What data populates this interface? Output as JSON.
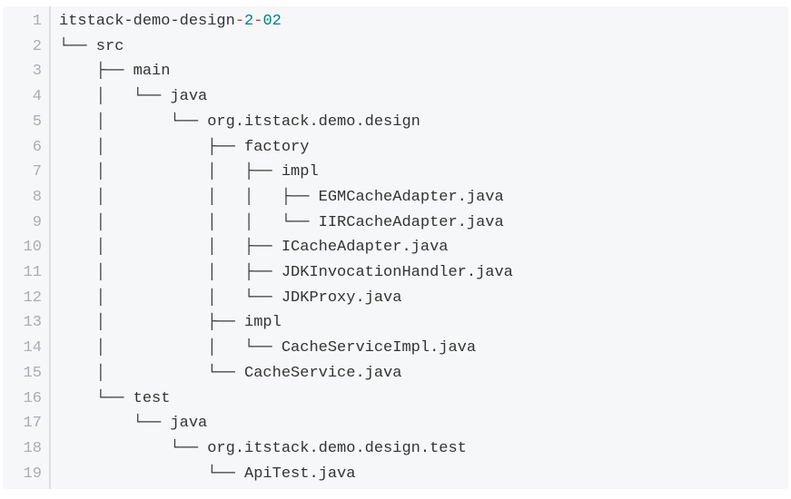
{
  "code_block": {
    "kind": "file-tree-listing",
    "root_label": "itstack-demo-design-2-02",
    "colors": {
      "background": "#f6f7f8",
      "page_background": "#ffffff",
      "text": "#333333",
      "line_number": "#a9adb3",
      "divider": "#dcdfe3",
      "operator_red": "#c5302e",
      "number_teal": "#008080"
    },
    "lines": [
      {
        "number": 1,
        "tokens": [
          {
            "type": "plain",
            "text": "itstack-demo-design"
          },
          {
            "type": "operator",
            "text": "-"
          },
          {
            "type": "number",
            "text": "2"
          },
          {
            "type": "operator",
            "text": "-"
          },
          {
            "type": "number",
            "text": "02"
          }
        ]
      },
      {
        "number": 2,
        "text": "└── src"
      },
      {
        "number": 3,
        "text": "    ├── main"
      },
      {
        "number": 4,
        "text": "    │   └── java"
      },
      {
        "number": 5,
        "text": "    │       └── org.itstack.demo.design"
      },
      {
        "number": 6,
        "text": "    │           ├── factory"
      },
      {
        "number": 7,
        "text": "    │           │   ├── impl"
      },
      {
        "number": 8,
        "text": "    │           │   │   ├── EGMCacheAdapter.java"
      },
      {
        "number": 9,
        "text": "    │           │   │   └── IIRCacheAdapter.java"
      },
      {
        "number": 10,
        "text": "    │           │   ├── ICacheAdapter.java"
      },
      {
        "number": 11,
        "text": "    │           │   ├── JDKInvocationHandler.java"
      },
      {
        "number": 12,
        "text": "    │           │   └── JDKProxy.java"
      },
      {
        "number": 13,
        "text": "    │           ├── impl"
      },
      {
        "number": 14,
        "text": "    │           │   └── CacheServiceImpl.java"
      },
      {
        "number": 15,
        "text": "    │           └── CacheService.java"
      },
      {
        "number": 16,
        "text": "    └── test"
      },
      {
        "number": 17,
        "text": "        └── java"
      },
      {
        "number": 18,
        "text": "            └── org.itstack.demo.design.test"
      },
      {
        "number": 19,
        "text": "                └── ApiTest.java"
      }
    ]
  }
}
